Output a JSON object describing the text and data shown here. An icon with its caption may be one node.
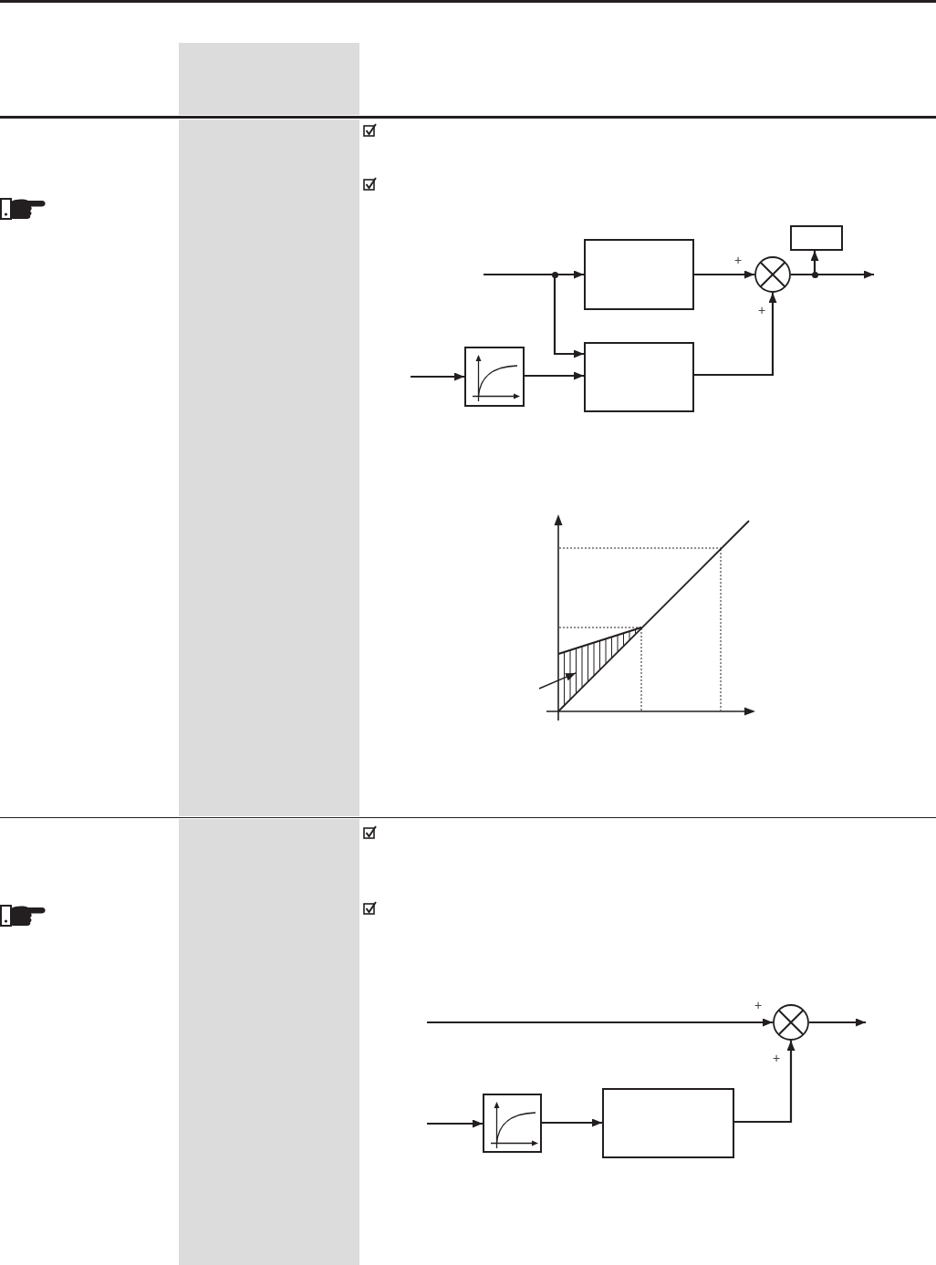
{
  "diagram": {
    "nodes": [
      {
        "text": [],
        "shape": "band"
      },
      {
        "text": [],
        "shape": "box"
      },
      {
        "text": [],
        "shape": "box"
      },
      {
        "text": [],
        "shape": "circle"
      },
      {
        "text": [],
        "shape": "box"
      },
      {
        "text": [],
        "shape": "box"
      },
      {
        "text": [],
        "shape": "triangle"
      },
      {
        "text": [],
        "shape": "circle"
      },
      {
        "text": [],
        "shape": "box"
      },
      {
        "text": [],
        "shape": "box"
      }
    ],
    "edges": [
      {
        "from": null,
        "to": 1,
        "arrow": "to"
      },
      {
        "from": null,
        "to": 5,
        "arrow": "to"
      },
      {
        "from": null,
        "to": 4,
        "arrow": "to"
      },
      {
        "from": 4,
        "to": 5,
        "arrow": "to"
      },
      {
        "from": 1,
        "to": 3,
        "arrow": "to"
      },
      {
        "from": 5,
        "to": 3,
        "arrow": "to"
      },
      {
        "from": 3,
        "to": null,
        "arrow": "to"
      },
      {
        "from": 3,
        "to": 2,
        "arrow": "to"
      },
      {
        "from": null,
        "to": 6,
        "arrow": "to"
      },
      {
        "from": null,
        "to": 7,
        "arrow": "to"
      },
      {
        "from": 7,
        "to": null,
        "arrow": "to"
      },
      {
        "from": null,
        "to": 8,
        "arrow": "to"
      },
      {
        "from": 8,
        "to": 9,
        "arrow": "to"
      },
      {
        "from": 9,
        "to": 7,
        "arrow": "to"
      }
    ],
    "labels": [
      "+",
      "+",
      "+",
      "+"
    ]
  }
}
